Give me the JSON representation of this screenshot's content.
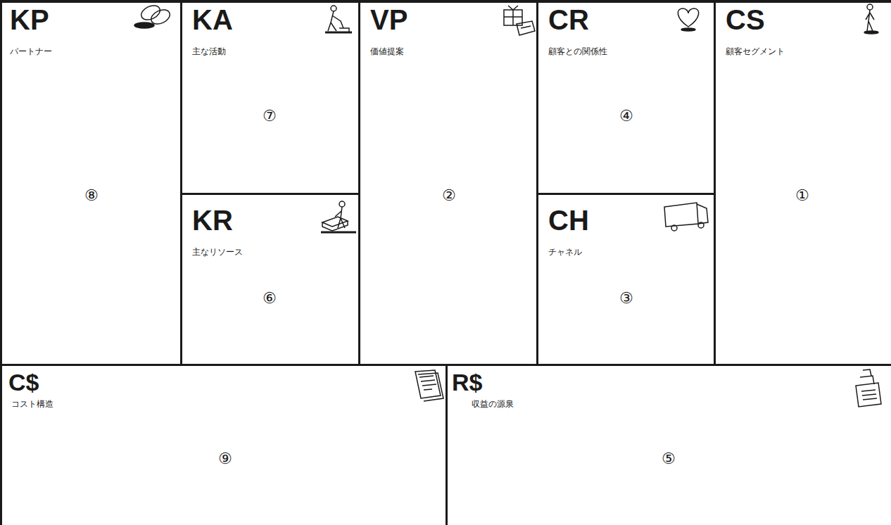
{
  "diagram": {
    "nodes": [
      {
        "text": [
          "KP",
          "パートナー",
          "⑧"
        ]
      },
      {
        "text": [
          "KA",
          "主な活動",
          "⑦"
        ]
      },
      {
        "text": [
          "KR",
          "主なリソース",
          "⑥"
        ]
      },
      {
        "text": [
          "VP",
          "価値提案",
          "②"
        ]
      },
      {
        "text": [
          "CR",
          "顧客との関係性",
          "④"
        ]
      },
      {
        "text": [
          "CH",
          "チャネル",
          "③"
        ]
      },
      {
        "text": [
          "CS",
          "顧客セグメント",
          "①"
        ]
      },
      {
        "text": [
          "C$",
          "コスト構造",
          "⑨"
        ]
      },
      {
        "text": [
          "R$",
          "収益の源泉",
          "⑤"
        ]
      }
    ]
  }
}
